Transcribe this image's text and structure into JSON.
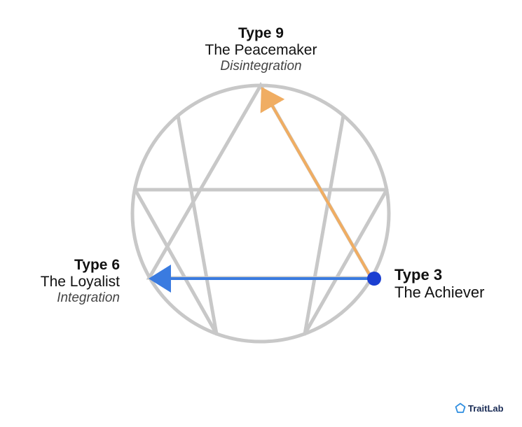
{
  "diagram": {
    "nodes": {
      "type9": {
        "type": "Type 9",
        "name": "The Peacemaker",
        "direction": "Disintegration"
      },
      "type6": {
        "type": "Type 6",
        "name": "The Loyalist",
        "direction": "Integration"
      },
      "type3": {
        "type": "Type 3",
        "name": "The Achiever"
      }
    },
    "arrows": [
      {
        "from": "type3",
        "to": "type9",
        "color": "#f0ad62"
      },
      {
        "from": "type3",
        "to": "type6",
        "color": "#3a7be0"
      }
    ],
    "colors": {
      "lines": "#c8c8c8",
      "origin_dot": "#1b3fd1"
    }
  },
  "brand": {
    "name": "TraitLab",
    "icon": "pentagon-logo-icon",
    "color": "#1a2c56"
  }
}
